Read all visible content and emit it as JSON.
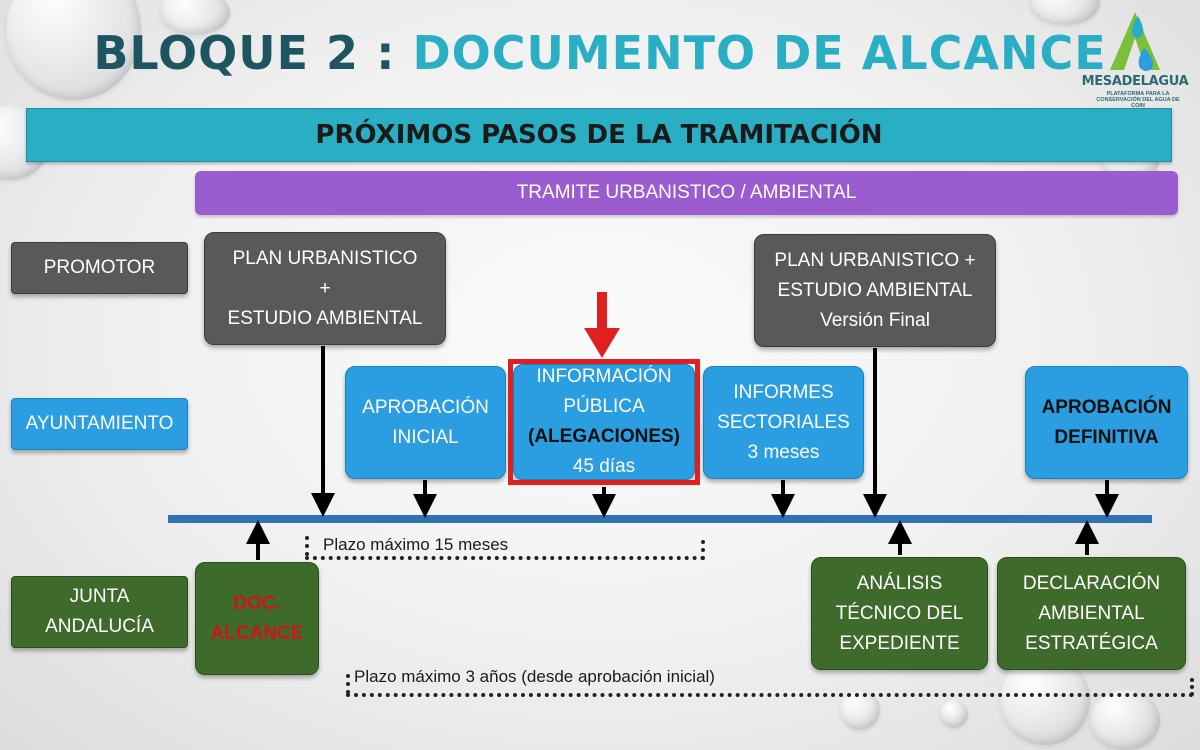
{
  "title": {
    "part1": "BLOQUE 2 :",
    "part2": "DOCUMENTO DE ALCANCE"
  },
  "logo": {
    "name": "MESADELAGUA",
    "subtitle": "PLATAFORMA PARA LA CONSERVACIÓN DEL AGUA DE COIN"
  },
  "banner": "PRÓXIMOS PASOS DE LA TRAMITACIÓN",
  "tramite": "TRAMITE URBANISTICO / AMBIENTAL",
  "rows": {
    "promotor": "PROMOTOR",
    "ayuntamiento": "AYUNTAMIENTO",
    "junta": [
      "JUNTA",
      "ANDALUCÍA"
    ]
  },
  "boxes": {
    "plan_inicial": [
      "PLAN URBANISTICO",
      "+",
      "ESTUDIO AMBIENTAL"
    ],
    "plan_final": [
      "PLAN URBANISTICO +",
      "ESTUDIO AMBIENTAL",
      "Versión Final"
    ],
    "aprobacion_inicial": [
      "APROBACIÓN",
      "INICIAL"
    ],
    "informacion_publica": [
      "INFORMACIÓN",
      "PÚBLICA",
      "(",
      "ALEGACIONES",
      ")",
      "45 días"
    ],
    "informes_sectoriales": [
      "INFORMES",
      "SECTORIALES",
      "3 meses"
    ],
    "aprobacion_definitiva": [
      "APROBACIÓN",
      "DEFINITIVA"
    ],
    "doc_alcance": [
      "DOC.",
      "ALCANCE"
    ],
    "analisis_tecnico": [
      "ANÁLISIS",
      "TÉCNICO DEL",
      "EXPEDIENTE"
    ],
    "declaracion_ambiental": [
      "DECLARACIÓN",
      "AMBIENTAL",
      "ESTRATÉGICA"
    ]
  },
  "plazos": {
    "quince_meses": "Plazo máximo 15 meses",
    "tres_anios": "Plazo máximo 3 años (desde aprobación inicial)"
  },
  "colors": {
    "title_dark": "#1f5560",
    "title_teal": "#2aaec3",
    "banner": "#2aaec3",
    "purple": "#9a5ccf",
    "gray_box": "#595959",
    "blue_box": "#2a9ee0",
    "green_box": "#3e6a2b",
    "timeline": "#2f73b4",
    "highlight": "#e02020"
  }
}
